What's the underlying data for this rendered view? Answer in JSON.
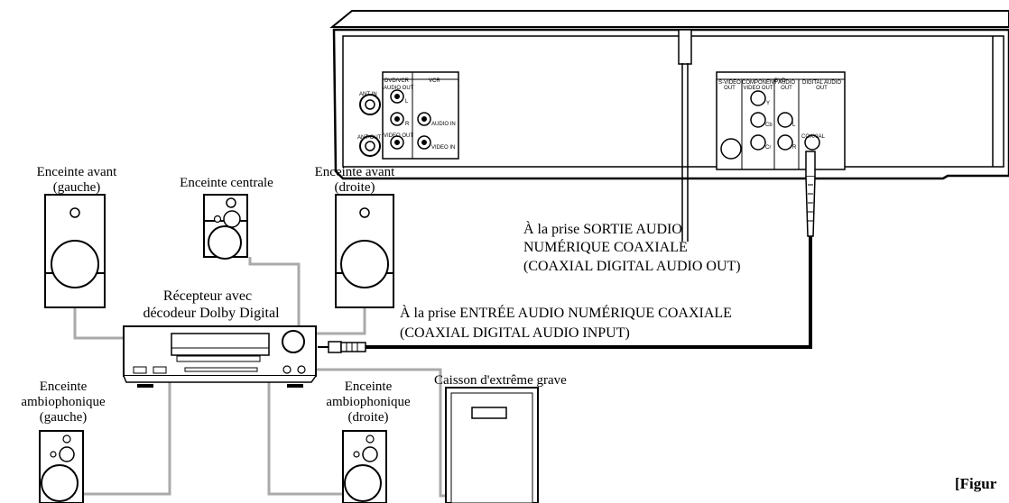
{
  "device": {
    "panel_dvd_vcr": "DVD/VCR",
    "panel_vcr": "VCR",
    "panel_dvd": "DVD",
    "ant_in": "ANT-IN",
    "ant_out": "ANT-OUT",
    "audio_out": "AUDIO OUT",
    "audio_in": "AUDIO IN",
    "video_out": "VIDEO OUT",
    "video_in": "VIDEO IN",
    "l": "L",
    "r": "R",
    "svideo_out": "S-VIDEO OUT",
    "component_video_out": "COMPONENT VIDEO OUT",
    "dvd_audio_out": "AUDIO OUT",
    "digital_audio_out": "DIGITAL AUDIO OUT",
    "y": "Y",
    "cb": "Cb",
    "cr": "Cr",
    "coaxial": "COAXIAL"
  },
  "labels": {
    "front_left_1": "Enceinte avant",
    "front_left_2": "(gauche)",
    "center": "Enceinte centrale",
    "front_right_1": "Enceinte avant",
    "front_right_2": "(droite)",
    "receiver_1": "Récepteur avec",
    "receiver_2": "décodeur Dolby Digital",
    "out_note_1": "À la prise SORTIE AUDIO",
    "out_note_2": "NUMÉRIQUE COAXIALE",
    "out_note_3": "(COAXIAL DIGITAL AUDIO OUT)",
    "in_note_1": "À la prise ENTRÉE AUDIO NUMÉRIQUE COAXIALE",
    "in_note_2": "(COAXIAL DIGITAL AUDIO INPUT)",
    "surround_left_1": "Enceinte",
    "surround_left_2": "ambiophonique",
    "surround_left_3": "(gauche)",
    "surround_right_1": "Enceinte",
    "surround_right_2": "ambiophonique",
    "surround_right_3": "(droite)",
    "subwoofer": "Caisson d'extrême grave",
    "figure": "[Figur"
  }
}
